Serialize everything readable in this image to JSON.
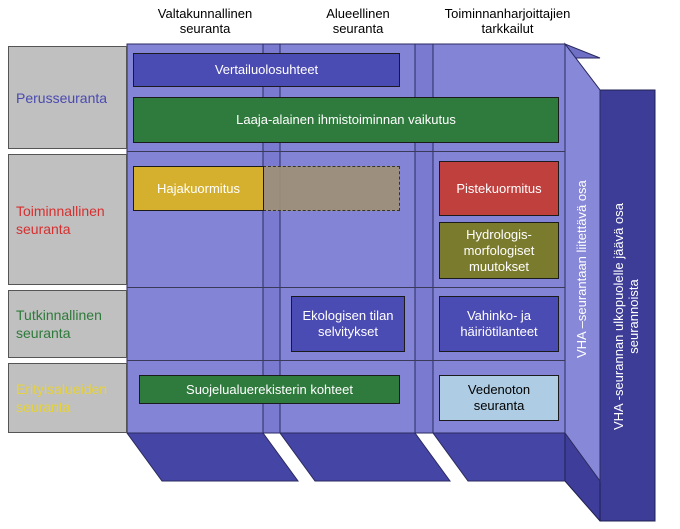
{
  "columns": [
    {
      "line1": "Valtakunnallinen",
      "line2": "seuranta"
    },
    {
      "line1": "Alueellinen",
      "line2": "seuranta"
    },
    {
      "line1": "Toiminnanharjoittajien",
      "line2": "tarkkailut"
    }
  ],
  "rows": [
    {
      "line1": "Perusseuranta",
      "line2": "",
      "color": "#4a4ab0"
    },
    {
      "line1": "Toiminnallinen",
      "line2": "seuranta",
      "color": "#d62f2f"
    },
    {
      "line1": "Tutkinnallinen",
      "line2": "seuranta",
      "color": "#2e7a3a"
    },
    {
      "line1": "Erityisalueiden",
      "line2": "seuranta",
      "color": "#e6d23a"
    }
  ],
  "boxes": {
    "vertailuolosuhteet": "Vertailuolosuhteet",
    "laaja_alainen": "Laaja-alainen ihmistoiminnan vaikutus",
    "hajakuormitus": "Hajakuormitus",
    "pistekuormitus": "Pistekuormitus",
    "hydrologis": {
      "line1": "Hydrologis-",
      "line2": "morfologiset",
      "line3": "muutokset"
    },
    "ekologisen": {
      "line1": "Ekologisen tilan",
      "line2": "selvitykset"
    },
    "vahinko": {
      "line1": "Vahinko- ja",
      "line2": "häiriötilanteet"
    },
    "suojelualue": "Suojelualuerekisterin kohteet",
    "vedenoton": {
      "line1": "Vedenoton",
      "line2": "seuranta"
    }
  },
  "side_labels": {
    "inner": "VHA –seurantaan liitettävä osa",
    "outer_line1": "VHA -seurannan ulkopuolelle jäävä osa",
    "outer_line2": "seurannoista"
  }
}
